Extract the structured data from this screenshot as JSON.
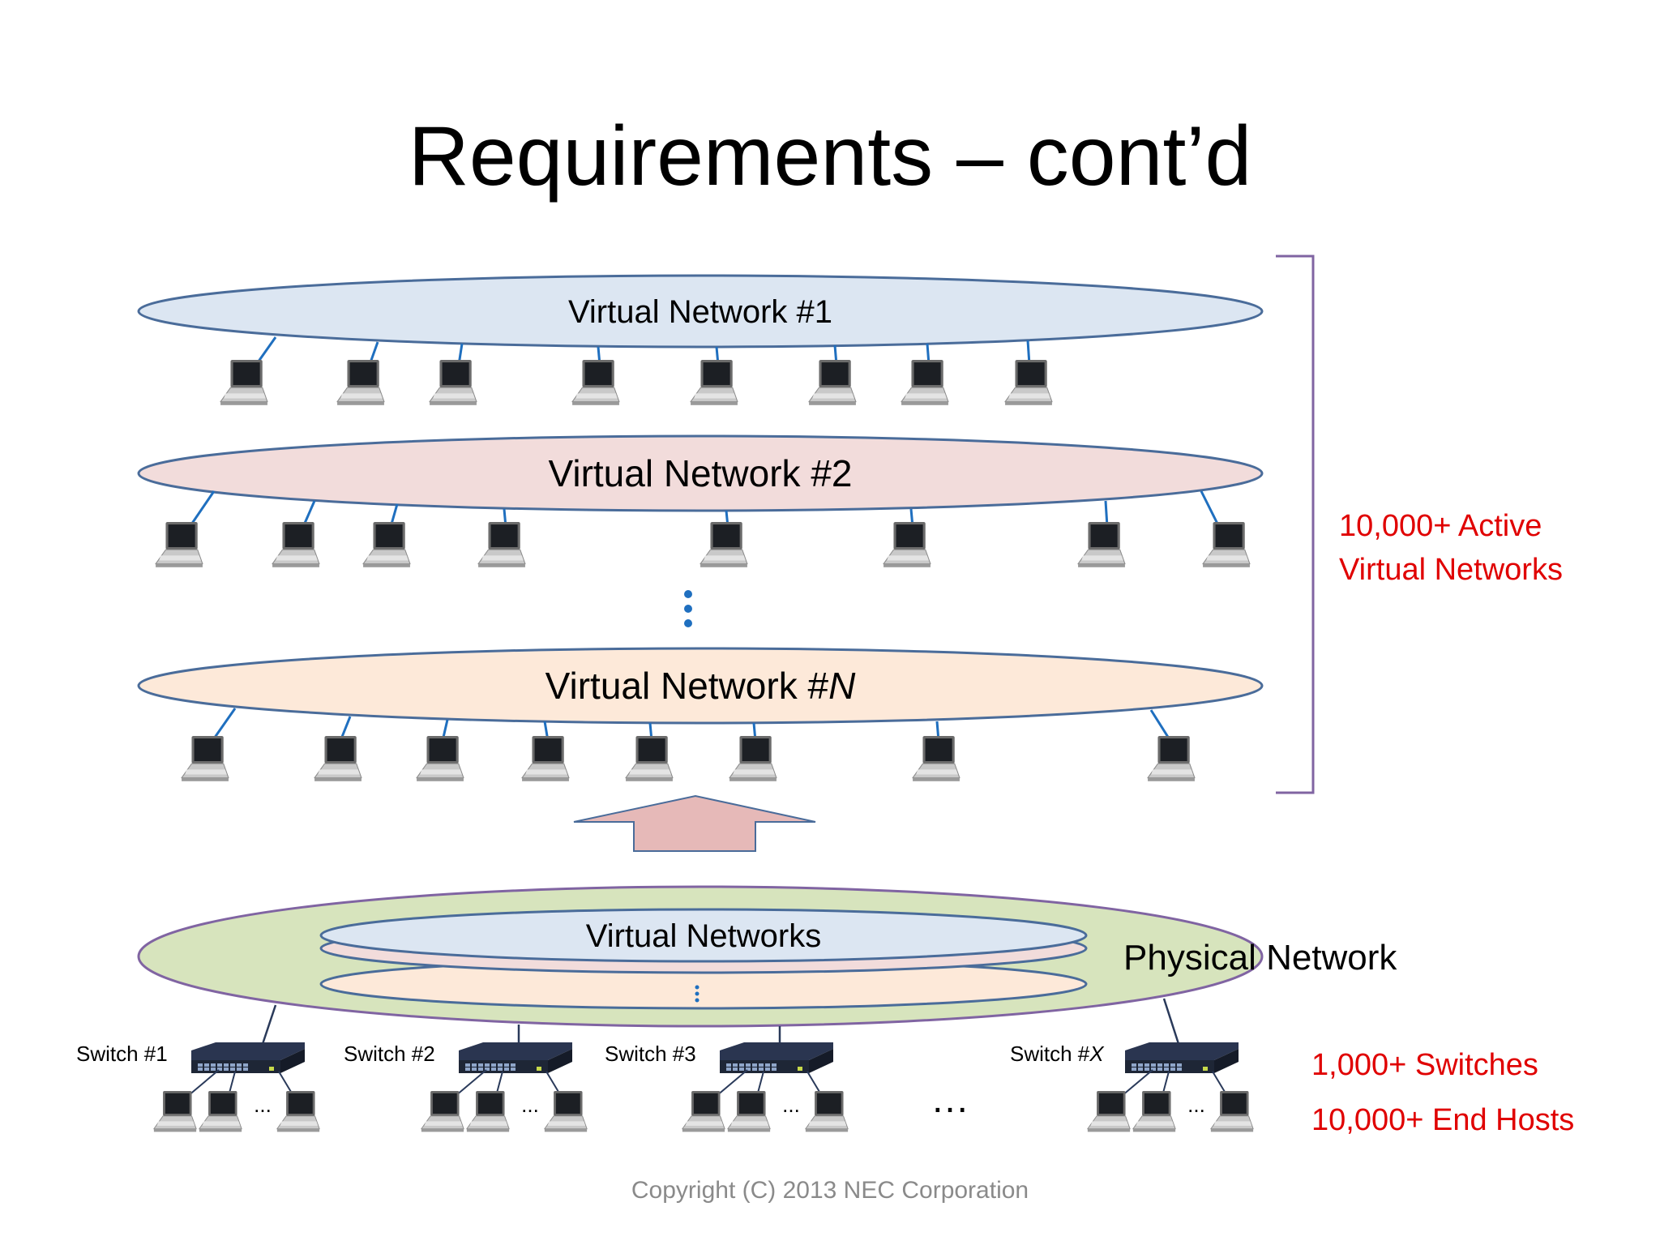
{
  "title": "Requirements – cont’d",
  "networks": [
    {
      "label": "Virtual Network #1",
      "fill": "#dce6f2",
      "laptops": 8
    },
    {
      "label": "Virtual Network #2",
      "fill": "#f2dcdb",
      "laptops": 8
    },
    {
      "label_prefix": "Virtual Network #",
      "label_var": "N",
      "fill": "#fde9d9",
      "laptops": 8
    }
  ],
  "bracket_label": [
    "10,000+ Active",
    "Virtual Networks"
  ],
  "physical": {
    "label": "Physical Network",
    "fill": "#d7e4bd",
    "inner_label": "Virtual Networks",
    "inner_fill": "#dce6f2"
  },
  "switches": [
    {
      "label": "Switch #1"
    },
    {
      "label": "Switch #2"
    },
    {
      "label": "Switch #3"
    },
    {
      "label_prefix": "Switch #",
      "label_var": "X"
    }
  ],
  "ellipsis": "…",
  "small_ellipsis": "...",
  "requirements": [
    "1,000+ Switches",
    "10,000+ End Hosts"
  ],
  "copyright": "Copyright (C) 2013 NEC Corporation",
  "colors": {
    "accent_red": "#e00000",
    "ellipse_stroke": "#4a6c9a",
    "bracket": "#8064a2",
    "arrow_fill": "#e6b9b8",
    "link": "#1f6fbf"
  }
}
